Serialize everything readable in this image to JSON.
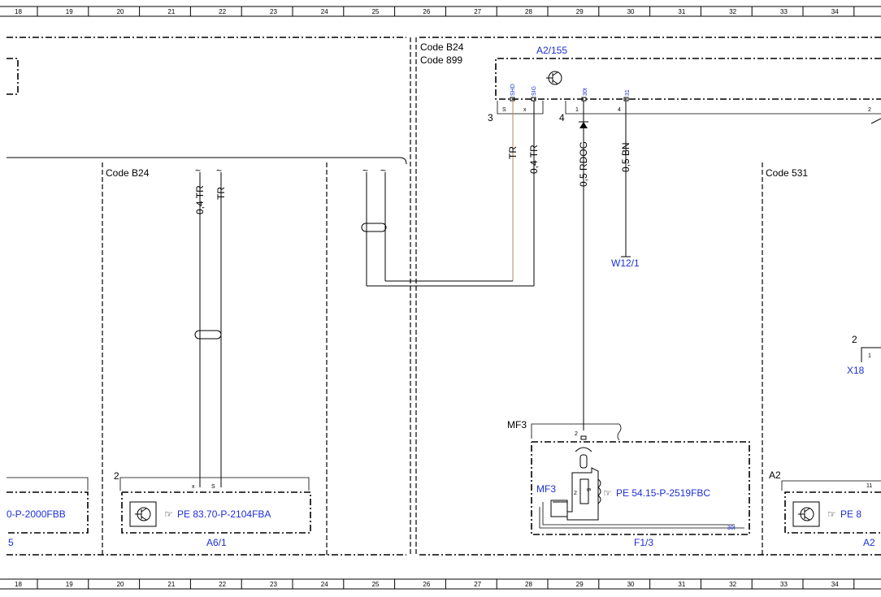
{
  "ruler": {
    "numbers": [
      "18",
      "19",
      "20",
      "21",
      "22",
      "23",
      "24",
      "25",
      "26",
      "27",
      "28",
      "29",
      "30",
      "31",
      "32",
      "33",
      "34"
    ]
  },
  "codes": {
    "b24_left": "Code B24",
    "b24_right": "Code B24",
    "c899": "Code 899",
    "c531": "Code 531"
  },
  "components": {
    "a2_155": "A2/155",
    "a6_1": "A6/1",
    "f1_3": "F1/3",
    "w12_1": "W12/1",
    "x18": "X18",
    "a2_right_top": "A2",
    "a2_right_bottom": "A2",
    "left_partial_ref": "0-P-2000FBB",
    "left_partial_num": "5"
  },
  "refs": {
    "a6_1": "PE 83.70-P-2104FBA",
    "f1_3": "PE 54.15-P-2519FBC",
    "right_partial": "PE 8"
  },
  "wires": {
    "a6_1_wire1": "0,4 TR",
    "a6_1_wire2": "TR",
    "a2_wire_shd": "TR",
    "a2_wire_sig": "0,4 TR",
    "a2_wire_30t": "0,5 RDOG",
    "a2_wire_31": "0,5 BN"
  },
  "pins": {
    "shd": "SHD",
    "sig": "SIG",
    "p30t": "30t",
    "p31": "31",
    "s": "S",
    "x": "x",
    "one": "1",
    "four": "4",
    "two": "2",
    "three": "3",
    "num_3": "3",
    "num_4": "4",
    "num_2_a6": "2",
    "num_2_mf3": "2",
    "num_2_x18": "2",
    "num_1_x18": "1",
    "num_11": "11",
    "fuse_2": "2",
    "fuse_5": "5",
    "mf3_30t": "30t",
    "a6_x": "x",
    "a6_s": "S"
  },
  "labels": {
    "mf3_top": "MF3",
    "mf3_side": "MF3"
  }
}
